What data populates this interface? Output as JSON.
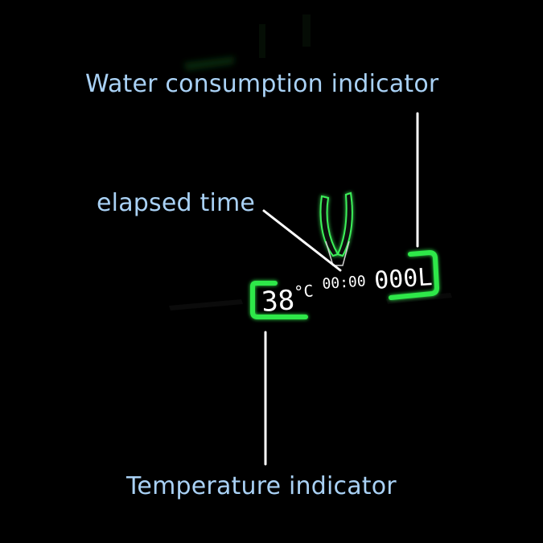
{
  "labels": {
    "water_consumption": "Water consumption indicator",
    "elapsed_time": "elapsed time",
    "temperature": "Temperature indicator"
  },
  "display": {
    "temperature_value": "38",
    "temperature_unit": "°C",
    "time_value": "00:00",
    "water_value": "000L"
  },
  "colors": {
    "background": "#000000",
    "label_text": "#a9d1f5",
    "leader_line": "#ffffff",
    "bracket_glow": "#2ee84a",
    "display_text": "#ffffff"
  }
}
